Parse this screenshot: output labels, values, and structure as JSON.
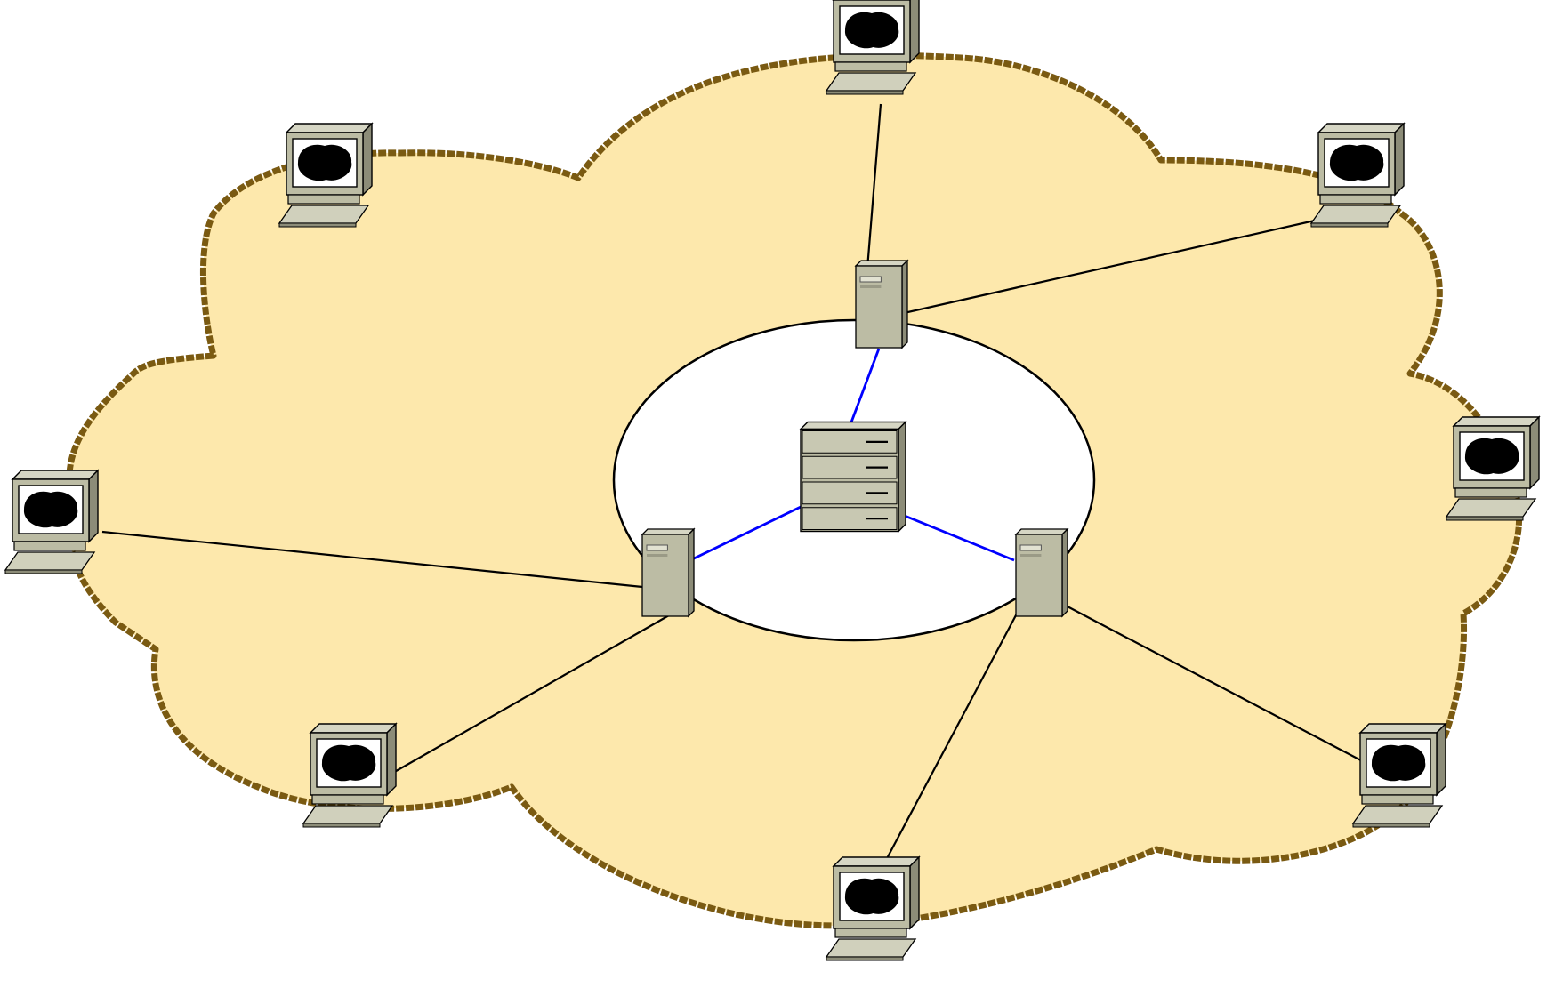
{
  "diagram": {
    "type": "network-topology",
    "colors": {
      "cloud_fill": "#FDE8AC",
      "cloud_outline": "#7A5A12",
      "edge_outer": "#000000",
      "edge_inner": "#0000FF",
      "device_body": "#BCBCA4",
      "device_shadow": "#8C8C78",
      "screen_blob": "#000000",
      "inner_ring_fill": "#FFFFFF"
    },
    "nodes": [
      {
        "id": "central-server",
        "kind": "server-rack",
        "icon": "server-rack-icon"
      },
      {
        "id": "hub-top",
        "kind": "tower",
        "icon": "tower-server-icon"
      },
      {
        "id": "hub-left",
        "kind": "tower",
        "icon": "tower-server-icon"
      },
      {
        "id": "hub-right",
        "kind": "tower",
        "icon": "tower-server-icon"
      },
      {
        "id": "pc-top",
        "kind": "workstation",
        "icon": "workstation-icon"
      },
      {
        "id": "pc-top-left",
        "kind": "workstation",
        "icon": "workstation-icon"
      },
      {
        "id": "pc-top-right",
        "kind": "workstation",
        "icon": "workstation-icon"
      },
      {
        "id": "pc-left",
        "kind": "workstation",
        "icon": "workstation-icon"
      },
      {
        "id": "pc-right",
        "kind": "workstation",
        "icon": "workstation-icon"
      },
      {
        "id": "pc-bottom-left",
        "kind": "workstation",
        "icon": "workstation-icon"
      },
      {
        "id": "pc-bottom",
        "kind": "workstation",
        "icon": "workstation-icon"
      },
      {
        "id": "pc-bottom-right",
        "kind": "workstation",
        "icon": "workstation-icon"
      }
    ],
    "edges": [
      {
        "from": "central-server",
        "to": "hub-top",
        "tier": "inner"
      },
      {
        "from": "central-server",
        "to": "hub-left",
        "tier": "inner"
      },
      {
        "from": "central-server",
        "to": "hub-right",
        "tier": "inner"
      },
      {
        "from": "hub-top",
        "to": "pc-top",
        "tier": "outer"
      },
      {
        "from": "hub-top",
        "to": "pc-top-right",
        "tier": "outer"
      },
      {
        "from": "hub-left",
        "to": "pc-left",
        "tier": "outer"
      },
      {
        "from": "hub-left",
        "to": "pc-bottom-left",
        "tier": "outer"
      },
      {
        "from": "hub-right",
        "to": "pc-bottom",
        "tier": "outer"
      },
      {
        "from": "hub-right",
        "to": "pc-bottom-right",
        "tier": "outer"
      }
    ]
  }
}
